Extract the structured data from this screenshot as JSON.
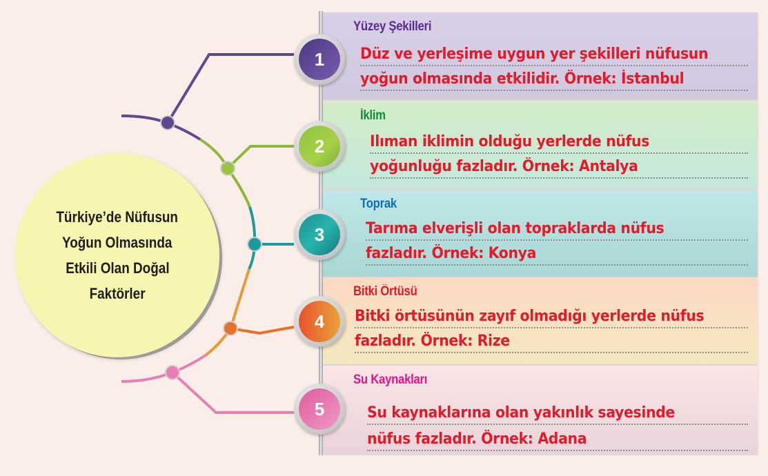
{
  "center": {
    "lines": [
      "Türkiye’de Nüfusun",
      "Yoğun Olmasında",
      "Etkili Olan Doğal",
      "Faktörler"
    ]
  },
  "factors": [
    {
      "number": "1",
      "title": "Yüzey Şekilleri",
      "lines": [
        "Düz ve yerleşime uygun yer şekilleri nüfusun",
        "yoğun olmasında etkilidir. Örnek: İstanbul"
      ],
      "color": "#5b2a91"
    },
    {
      "number": "2",
      "title": "İklim",
      "lines": [
        "Ilıman iklimin olduğu yerlerde nüfus",
        "yoğunluğu fazladır. Örnek: Antalya"
      ],
      "color": "#8cc63e"
    },
    {
      "number": "3",
      "title": "Toprak",
      "lines": [
        "Tarıma elverişli olan topraklarda nüfus",
        "fazladır. Örnek: Konya"
      ],
      "color": "#1d9a9c"
    },
    {
      "number": "4",
      "title": "Bitki Örtüsü",
      "lines": [
        "Bitki örtüsünün zayıf olmadığı yerlerde nüfus",
        "fazladır. Örnek: Rize"
      ],
      "color": "#e8632c"
    },
    {
      "number": "5",
      "title": "Su Kaynakları",
      "lines": [
        "Su kaynaklarına olan yakınlık sayesinde",
        "nüfus fazladır. Örnek: Adana"
      ],
      "color": "#e366a8"
    }
  ],
  "colors": {
    "background": "#fbeee8",
    "description_text": "#e01b2a",
    "center_fill": "#f6f6b0"
  }
}
